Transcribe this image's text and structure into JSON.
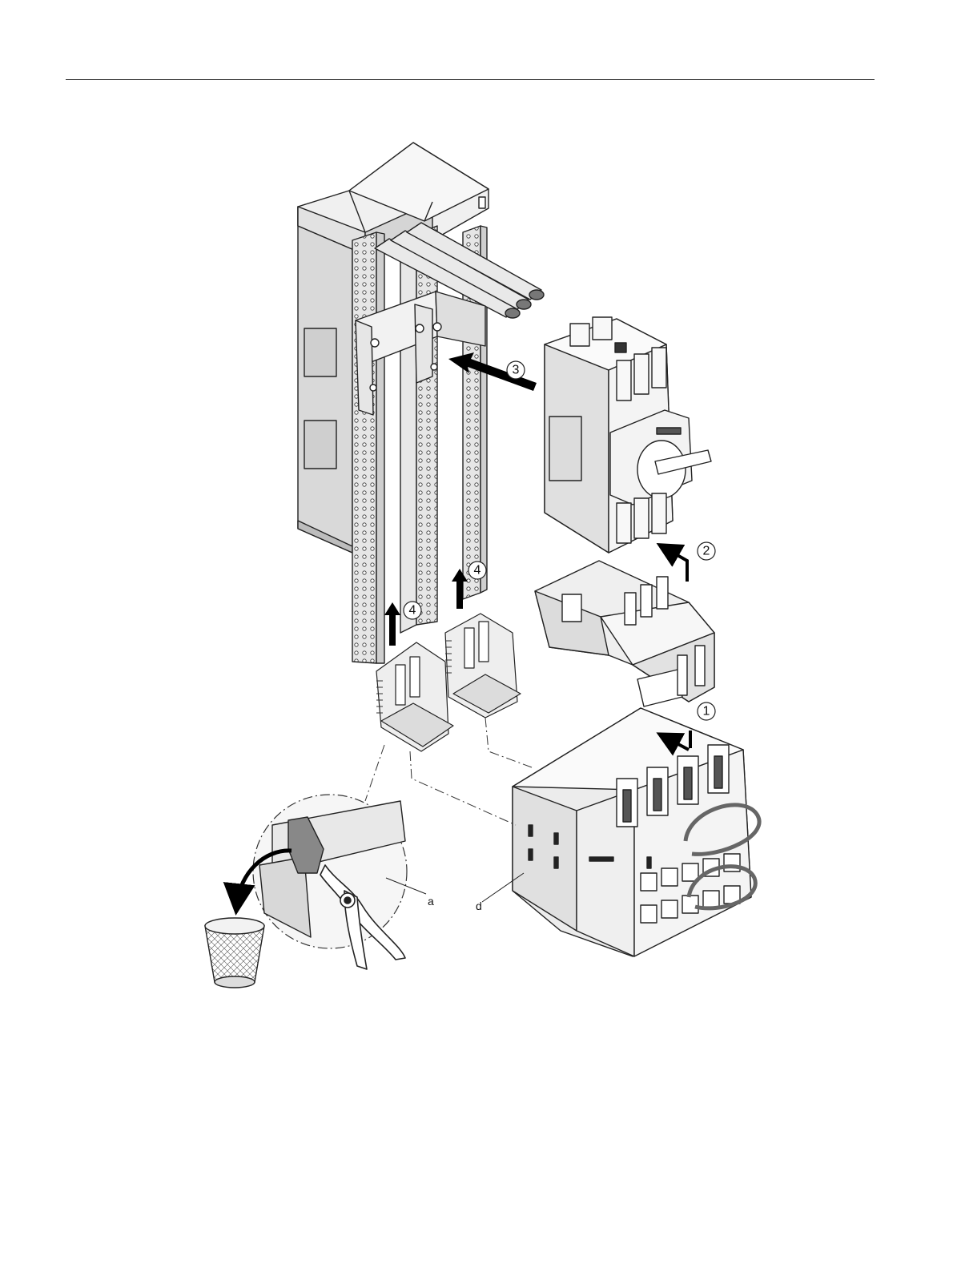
{
  "figure": {
    "step_markers": [
      "1",
      "2",
      "3",
      "4",
      "4"
    ],
    "callouts": {
      "a": "a",
      "d": "d"
    },
    "icons": [
      "busbar-adapter-icon",
      "motor-starter-protector-icon",
      "link-module-icon",
      "contactor-icon",
      "mounting-foot-icon",
      "pliers-icon",
      "waste-bin-icon"
    ]
  }
}
